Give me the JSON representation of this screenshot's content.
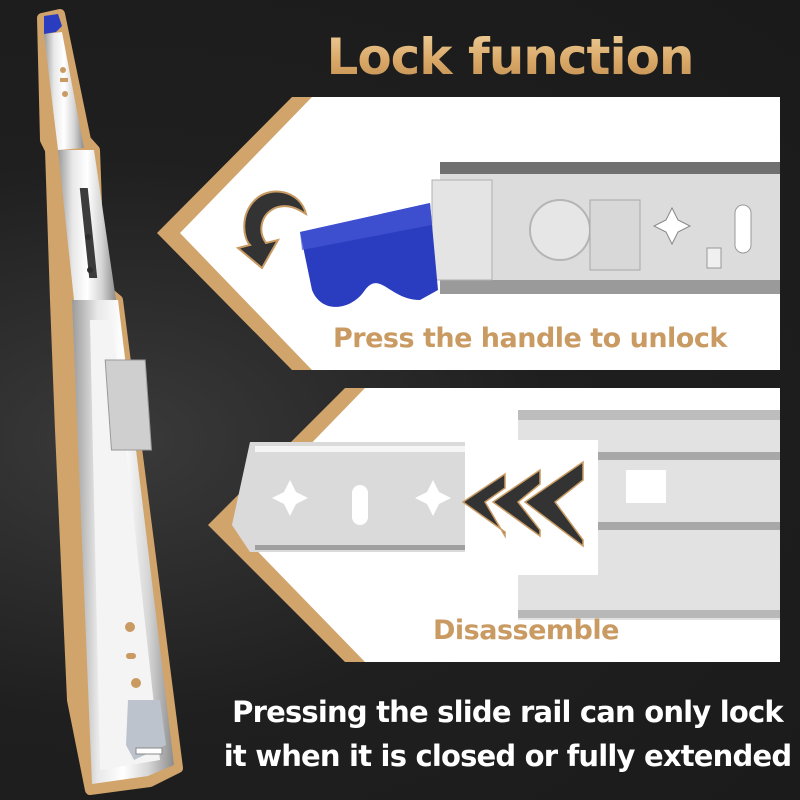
{
  "title": "Lock function",
  "panels": [
    {
      "id": "unlock",
      "caption": "Press the handle to unlock",
      "icons": [
        "rotate-arrow-icon",
        "blue-handle",
        "slide-rail-closeup"
      ]
    },
    {
      "id": "disassemble",
      "caption": "Disassemble",
      "icons": [
        "triple-chevron-left-icon",
        "slide-rail-closeup"
      ]
    }
  ],
  "footer": {
    "line1": "Pressing the slide rail can only lock",
    "line2": "it when it is closed or fully extended"
  },
  "colors": {
    "background": "#1a1a1a",
    "gold": "#c99a62",
    "gold_border": "#d1a46b",
    "handle_blue": "#2a3cc0",
    "arrow_dark": "#333333",
    "white": "#ffffff"
  }
}
